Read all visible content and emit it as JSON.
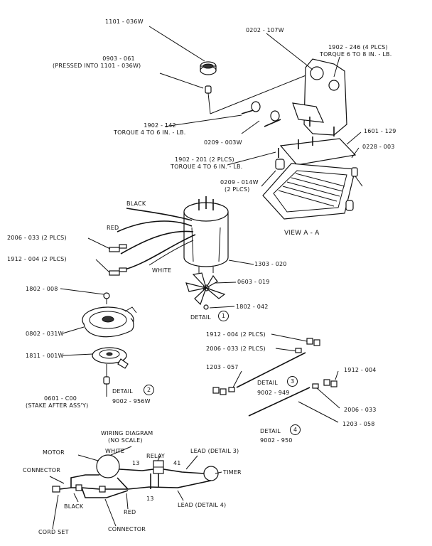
{
  "labels": {
    "p1101": "1101 - 036W",
    "p0903a": "0903 - 061",
    "p0903b": "(PRESSED INTO 1101 - 036W)",
    "p0202": "0202 - 107W",
    "p1902_246a": "1902 - 246 (4 PLCS)",
    "p1902_246b": "TORQUE 6 TO 8 IN. - LB.",
    "p1902_142a": "1902 - 142",
    "p1902_142b": "TORQUE 4 TO 6 IN. - LB.",
    "p0209_003": "0209 - 003W",
    "p1601": "1601 - 129",
    "p0228": "0228 - 003",
    "p1902_201a": "1902 - 201 (2 PLCS)",
    "p1902_201b": "TORQUE 4 TO 6 IN. - LB.",
    "p0209_014a": "0209 - 014W",
    "p0209_014b": "(2 PLCS)",
    "black": "BLACK",
    "red": "RED",
    "p2006_left": "2006 - 033 (2 PLCS)",
    "p1912_left": "1912 - 004 (2 PLCS)",
    "white": "WHITE",
    "view": "VIEW A - A",
    "p1303": "1303 - 020",
    "p1802_008": "1802 - 008",
    "p0603": "0603 - 019",
    "p1802_042": "1802 - 042",
    "detail_word": "DETAIL",
    "detail1_num": "1",
    "p0802": "0802 - 031W",
    "p1912_right": "1912 - 004 (2 PLCS)",
    "p2006_right": "2006 - 033 (2 PLCS)",
    "p1811": "1811 - 001W",
    "p1203_057": "1203 - 057",
    "detail3_num": "3",
    "p9002_949": "9002 - 949",
    "p1912_single": "1912 - 004",
    "detail2_num": "2",
    "p0601a": "0601 - C00",
    "p0601b": "(STAKE AFTER ASS'Y)",
    "p9002_956": "9002 - 956W",
    "p2006_single": "2006 - 033",
    "p1203_058": "1203 - 058",
    "detail4_num": "4",
    "p9002_950": "9002 - 950",
    "wd_title": "WIRING DIAGRAM",
    "wd_scale": "(NO SCALE)",
    "motor": "MOTOR",
    "wd_white": "WHITE",
    "relay": "RELAY",
    "lead3": "LEAD (DETAIL 3)",
    "connector_top": "CONNECTOR",
    "n13a": "13",
    "n41": "41",
    "timer": "TIMER",
    "n13b": "13",
    "wd_black": "BLACK",
    "lead4": "LEAD (DETAIL 4)",
    "wd_red": "RED",
    "cord_set": "CORD SET",
    "connector_bottom": "CONNECTOR"
  }
}
